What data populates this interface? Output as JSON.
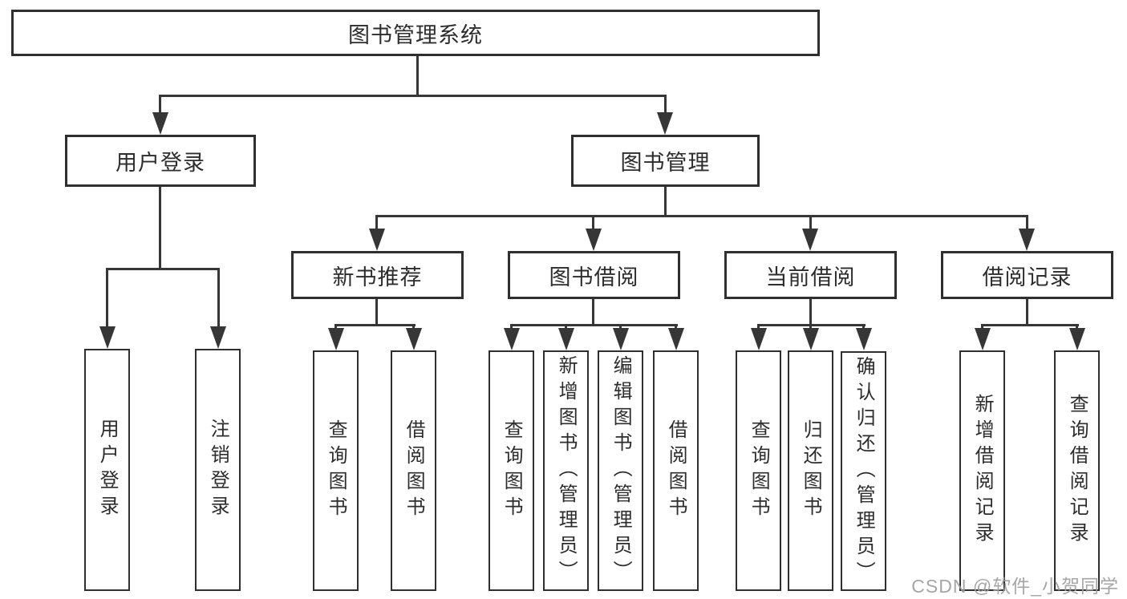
{
  "tree": {
    "label": "图书管理系统",
    "children": [
      {
        "label": "用户登录",
        "children": [
          {
            "label": "用户登录"
          },
          {
            "label": "注销登录"
          }
        ]
      },
      {
        "label": "图书管理",
        "children": [
          {
            "label": "新书推荐",
            "children": [
              {
                "label": "查询图书"
              },
              {
                "label": "借阅图书"
              }
            ]
          },
          {
            "label": "图书借阅",
            "children": [
              {
                "label": "查询图书"
              },
              {
                "label": "新增图书（管理员）"
              },
              {
                "label": "编辑图书（管理员）"
              },
              {
                "label": "借阅图书"
              }
            ]
          },
          {
            "label": "当前借阅",
            "children": [
              {
                "label": "查询图书"
              },
              {
                "label": "归还图书"
              },
              {
                "label": "确认归还（管理员）"
              }
            ]
          },
          {
            "label": "借阅记录",
            "children": [
              {
                "label": "新增借阅记录"
              },
              {
                "label": "查询借阅记录"
              }
            ]
          }
        ]
      }
    ]
  },
  "watermark": {
    "text": "CSDN @软件_小贺同学"
  },
  "colors": {
    "background": "#ffffff",
    "line": "#363636",
    "box_border": "#2f2f2f",
    "text": "#2d2d2d",
    "watermark": "#9e9e9e"
  }
}
